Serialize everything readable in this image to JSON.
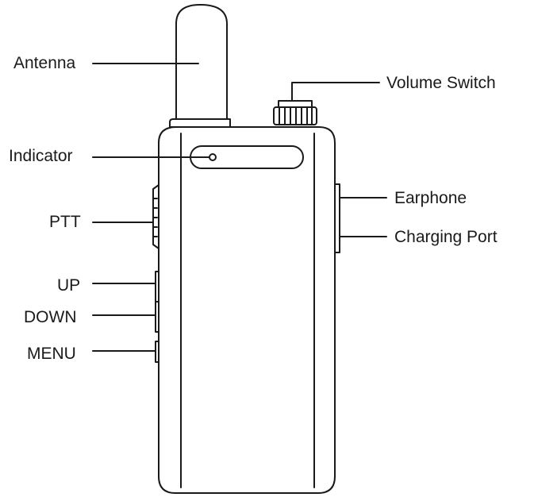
{
  "labels": {
    "antenna": "Antenna",
    "indicator": "Indicator",
    "ptt": "PTT",
    "up": "UP",
    "down": "DOWN",
    "menu": "MENU",
    "volume_switch": "Volume Switch",
    "earphone": "Earphone",
    "charging_port": "Charging Port"
  },
  "colors": {
    "stroke": "#1a1a1a",
    "background": "#ffffff"
  }
}
